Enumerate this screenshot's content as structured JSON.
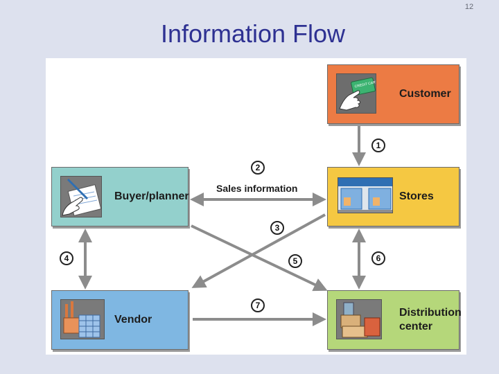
{
  "page_number": "12",
  "title": "Information Flow",
  "nodes": {
    "customer": {
      "label": "Customer",
      "color": "#ec7b44",
      "icon": "credit-card-hand-icon",
      "card_text": "CREDIT CARD"
    },
    "stores": {
      "label": "Stores",
      "color": "#f5c842",
      "icon": "storefront-icon"
    },
    "buyer": {
      "label": "Buyer/planner",
      "color": "#93d0cc",
      "icon": "hand-writing-icon"
    },
    "vendor": {
      "label": "Vendor",
      "color": "#7fb7e2",
      "icon": "factory-icon"
    },
    "dc": {
      "label_line1": "Distribution",
      "label_line2": "center",
      "color": "#b5d77a",
      "icon": "boxes-icon"
    }
  },
  "edge_label": "Sales information",
  "steps": [
    "1",
    "2",
    "3",
    "4",
    "5",
    "6",
    "7"
  ],
  "colors": {
    "arrow": "#8c8c8c",
    "title": "#2e3192",
    "background": "#dde1ee"
  }
}
